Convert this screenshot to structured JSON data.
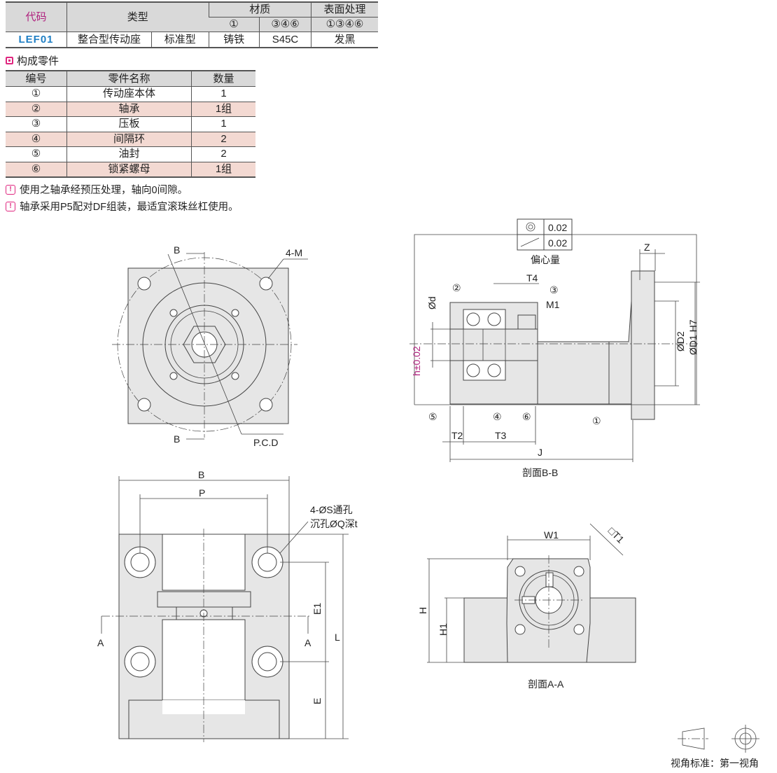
{
  "spec_table": {
    "headers": {
      "code": "代码",
      "type": "类型",
      "material": "材质",
      "surface": "表面处理"
    },
    "subheaders": {
      "material_1": "①",
      "material_2": "③④⑥",
      "surface_1": "①③④⑥"
    },
    "row": {
      "code": "LEF01",
      "type_1": "整合型传动座",
      "type_2": "标准型",
      "material_1": "铸铁",
      "material_2": "S45C",
      "surface": "发黑"
    },
    "colors": {
      "code_header": "#b0207e",
      "code_value": "#1f7fc4"
    }
  },
  "parts_section": {
    "title": "构成零件",
    "icon": "pink-square-icon"
  },
  "parts_table": {
    "headers": {
      "no": "编号",
      "name": "零件名称",
      "qty": "数量"
    },
    "rows": [
      {
        "no": "①",
        "name": "传动座本体",
        "qty": "1"
      },
      {
        "no": "②",
        "name": "轴承",
        "qty": "1组"
      },
      {
        "no": "③",
        "name": "压板",
        "qty": "1"
      },
      {
        "no": "④",
        "name": "间隔环",
        "qty": "2"
      },
      {
        "no": "⑤",
        "name": "油封",
        "qty": "2"
      },
      {
        "no": "⑥",
        "name": "锁紧螺母",
        "qty": "1组"
      }
    ]
  },
  "notes": [
    "使用之轴承经预压处理，轴向0间隙。",
    "轴承采用P5配对DF组装，最适宜滚珠丝杠使用。"
  ],
  "front_view": {
    "b_top": "B",
    "b_bottom": "B",
    "holes": "4-M",
    "pcd": "P.C.D"
  },
  "top_view": {
    "b": "B",
    "p": "P",
    "holes_1": "4-ØS通孔",
    "holes_2": "沉孔ØQ深t",
    "e1": "E1",
    "l": "L",
    "e": "E",
    "a_left": "A",
    "a_right": "A"
  },
  "section_bb": {
    "concentricity": "0.02",
    "runout": "0.02",
    "eccentricity": "偏心量",
    "z": "Z",
    "t4": "T4",
    "m1": "M1",
    "d": "Ød",
    "h": "h±0.02",
    "d2": "ØD2",
    "d1": "ØD1 H7",
    "t2": "T2",
    "t3": "T3",
    "j": "J",
    "callouts": [
      "①",
      "②",
      "③",
      "④",
      "⑤",
      "⑥"
    ],
    "caption": "剖面B-B"
  },
  "section_aa": {
    "w1": "W1",
    "t1": "□T1",
    "h": "H",
    "h1": "H1",
    "caption": "剖面A-A"
  },
  "projection": {
    "label": "视角标准：第一视角"
  }
}
